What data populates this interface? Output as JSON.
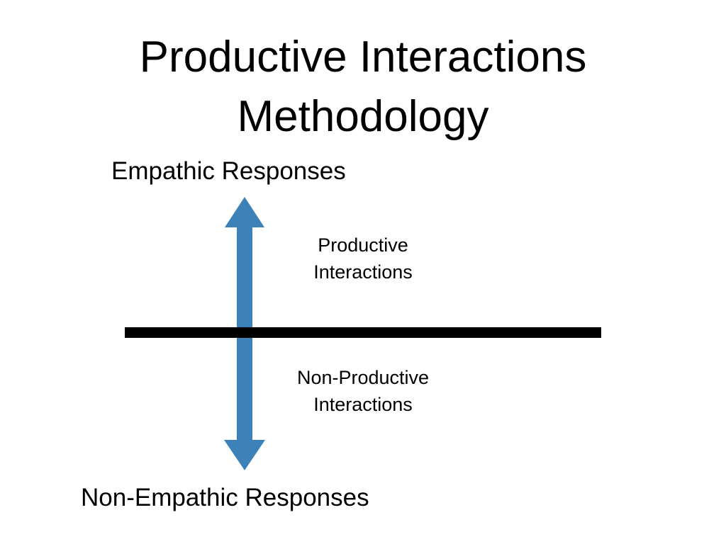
{
  "slide": {
    "title_lines": [
      "Productive Interactions",
      "Methodology"
    ],
    "top_pole": "Empathic Responses",
    "bottom_pole": "Non-Empathic Responses",
    "upper_region": {
      "line1": "Productive",
      "line2": "Interactions"
    },
    "lower_region": {
      "line1": "Non-Productive",
      "line2": "Interactions"
    }
  },
  "colors": {
    "arrow": "#3c82b8",
    "divider": "#000000",
    "text": "#000000",
    "background": "#ffffff"
  }
}
